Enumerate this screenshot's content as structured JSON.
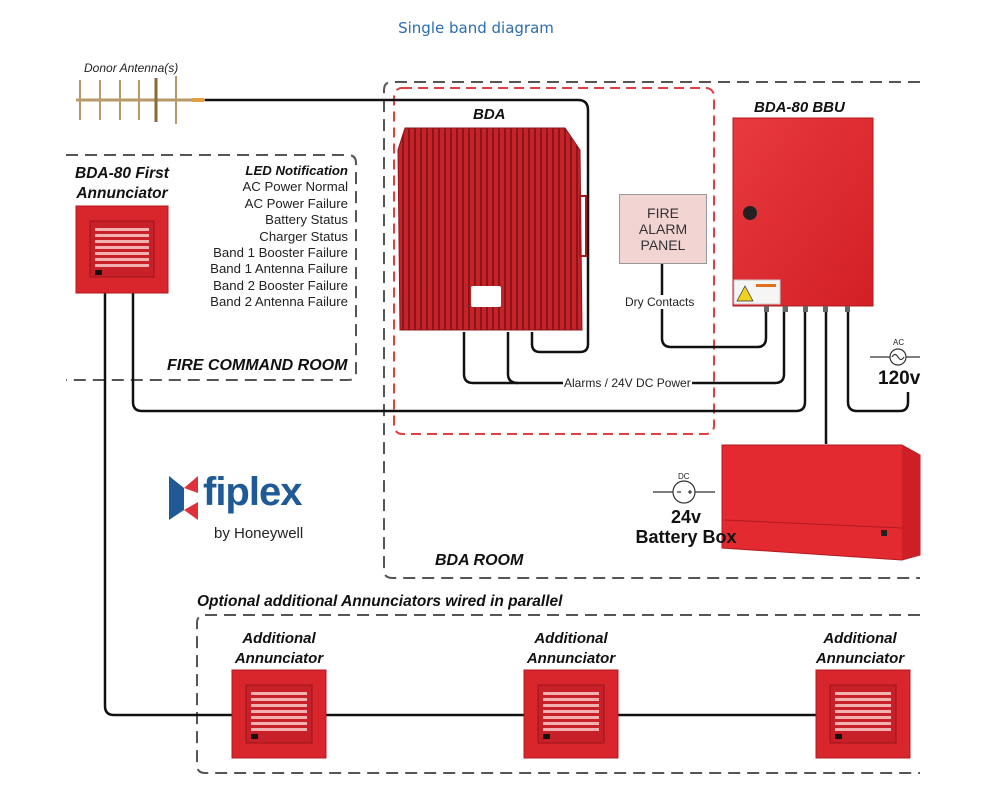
{
  "title": "Single band diagram",
  "antenna": {
    "label": "Donor Antenna(s)"
  },
  "first_annunciator": {
    "label_line1": "BDA-80 First",
    "label_line2": "Annunciator"
  },
  "led_notification": {
    "header": "LED Notification",
    "items": [
      "AC Power Normal",
      "AC Power Failure",
      "Battery Status",
      "Charger Status",
      "Band 1 Booster Failure",
      "Band 1 Antenna Failure",
      "Band 2 Booster Failure",
      "Band 2 Antenna Failure"
    ]
  },
  "rooms": {
    "fire_command": "FIRE COMMAND ROOM",
    "bda": "BDA ROOM"
  },
  "bda": {
    "label": "BDA"
  },
  "bbu": {
    "label": "BDA-80 BBU"
  },
  "fire_alarm_panel": {
    "line1": "FIRE",
    "line2": "ALARM",
    "line3": "PANEL"
  },
  "wires": {
    "dry_contacts": "Dry Contacts",
    "alarms_power": "Alarms / 24V DC Power"
  },
  "ac_source": {
    "type": "AC",
    "voltage": "120v"
  },
  "battery": {
    "type": "DC",
    "voltage": "24v",
    "label": "Battery Box"
  },
  "logo": {
    "brand": "fiplex",
    "tagline": "by Honeywell"
  },
  "optional": {
    "caption": "Optional additional Annunciators wired in parallel",
    "annunciators": [
      {
        "line1": "Additional",
        "line2": "Annunciator"
      },
      {
        "line1": "Additional",
        "line2": "Annunciator"
      },
      {
        "line1": "Additional",
        "line2": "Annunciator"
      }
    ]
  },
  "colors": {
    "title_blue": "#2b6cb3",
    "device_red": "#d9262c",
    "bda_red": "#b31c22",
    "fap_fill": "#f2d4d2",
    "logo_blue": "#1f5a96",
    "logo_red": "#e0313b",
    "red_dash": "#e04040"
  }
}
